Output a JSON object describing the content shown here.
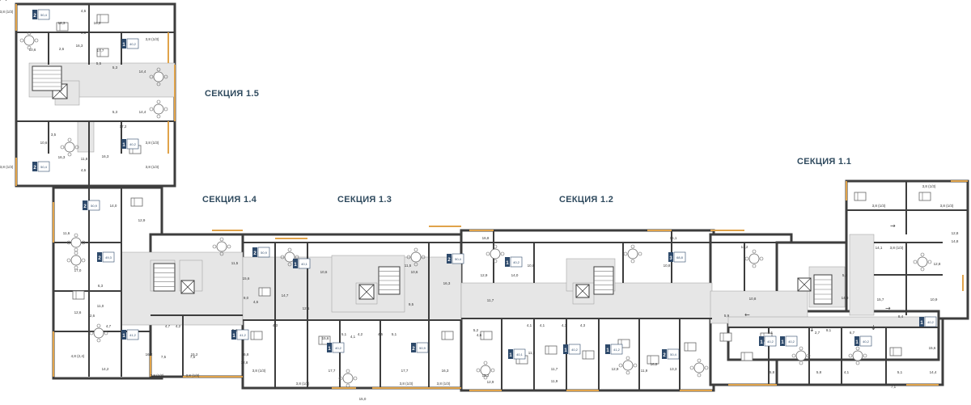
{
  "sections": [
    {
      "id": "1.5",
      "label": "СЕКЦИЯ 1.5"
    },
    {
      "id": "1.4",
      "label": "СЕКЦИЯ 1.4"
    },
    {
      "id": "1.3",
      "label": "СЕКЦИЯ 1.3"
    },
    {
      "id": "1.2",
      "label": "СЕКЦИЯ 1.2"
    },
    {
      "id": "1.1",
      "label": "СЕКЦИЯ 1.1"
    }
  ],
  "colors": {
    "wall": "#3d3d3d",
    "balcony": "#e0a34a",
    "core": "#e6e6e6",
    "badge": "#2e4a6b",
    "text": "#2f4a5e"
  },
  "room_labels": [
    "16,3",
    "4,6",
    "16,3",
    "9,5",
    "10,6",
    "2,6",
    "17,7",
    "14,4",
    "14,4",
    "5,3",
    "5,3",
    "17,2",
    "10,6",
    "3,5",
    "16,3",
    "11,8",
    "4,6",
    "16,3",
    "16,3",
    "5,5",
    "3,8 (1/3)",
    "3,8 (1/3)",
    "3,8 (1/3)",
    "3,8 (1/3)",
    "3,8 (1/3)",
    "14,0",
    "11,6",
    "17,0",
    "12,9",
    "12,6",
    "11,0",
    "2,6",
    "6,3",
    "4,7",
    "4,7",
    "4,2",
    "7,5",
    "7,5",
    "16,2",
    "15,2",
    "14,2",
    "3,8 (1/3)",
    "3,8 (1/3)",
    "4,8 (2,4)",
    "11,5",
    "15,6",
    "9,0",
    "4,6",
    "5,4",
    "16,8",
    "12,8",
    "3,8 (1/3)",
    "14,7",
    "12,1",
    "4,3",
    "15,6",
    "10,6",
    "17,7",
    "15,0",
    "11,5",
    "10,6",
    "16,3",
    "9,5",
    "5,1",
    "4,2",
    "4,5",
    "5,1",
    "17,7",
    "16,3",
    "4,1",
    "3,8 (1/3)",
    "3,8 (1/3)",
    "3,8 (1/3)",
    "12,9",
    "14,0",
    "10,8",
    "11,7",
    "5,2",
    "4,6",
    "15,2",
    "12,9",
    "11,9",
    "11,7",
    "4,1",
    "4,1",
    "4,3",
    "4,3",
    "11,9",
    "12,9",
    "11,9",
    "16,8",
    "13,3",
    "10,8",
    "3,8 (1/3)",
    "3,8 (1/3)",
    "3,8 (1/3)",
    "3,8 (1/3)",
    "12,8",
    "12,8",
    "14,1",
    "10,9",
    "15,7",
    "13,2",
    "5,8",
    "14,0",
    "10,8",
    "5,9",
    "2,1",
    "2,7",
    "9,1",
    "6,7",
    "5,8",
    "5,8",
    "4,1",
    "5,1",
    "14,4",
    "15,6",
    "8,4",
    "16,8",
    "15,1",
    "14,8",
    "7,1",
    "3,8 (1/3)",
    "3,8 (1/3)",
    "3,8 (1/3)",
    "4,5 (1/3)"
  ],
  "apartment_badges": [
    {
      "rooms": "2",
      "area": "50,4"
    },
    {
      "rooms": "1",
      "area": "40,2"
    },
    {
      "rooms": "1",
      "area": "40,2"
    },
    {
      "rooms": "2",
      "area": "50,4"
    },
    {
      "rooms": "2",
      "area": "50,9"
    },
    {
      "rooms": "2",
      "area": "49,3"
    },
    {
      "rooms": "1",
      "area": "41,2"
    },
    {
      "rooms": "1",
      "area": "41,2"
    },
    {
      "rooms": "2",
      "area": "50,9"
    },
    {
      "rooms": "1",
      "area": "40,1"
    },
    {
      "rooms": "1",
      "area": "40,2"
    },
    {
      "rooms": "2",
      "area": "50,9"
    },
    {
      "rooms": "2",
      "area": "50,4"
    },
    {
      "rooms": "1",
      "area": "40,2"
    },
    {
      "rooms": "1",
      "area": "40,1"
    },
    {
      "rooms": "1",
      "area": "40,2"
    },
    {
      "rooms": "1",
      "area": "41,2"
    },
    {
      "rooms": "2",
      "area": "50,4"
    },
    {
      "rooms": "3",
      "area": "68,8"
    },
    {
      "rooms": "1",
      "area": "40,2"
    },
    {
      "rooms": "1",
      "area": "40,2"
    },
    {
      "rooms": "1",
      "area": "40,2"
    },
    {
      "rooms": "1",
      "area": "40,2"
    }
  ]
}
